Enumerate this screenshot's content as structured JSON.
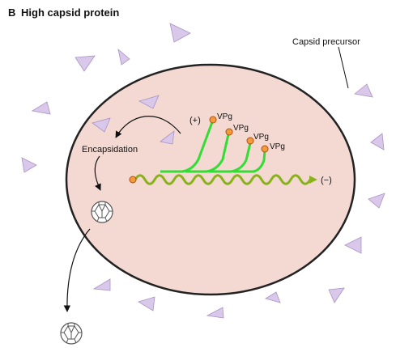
{
  "figure": {
    "panel_letter": "B",
    "title": "High capsid protein",
    "labels": {
      "capsid_precursor": "Capsid precursor",
      "encapsidation": "Encapsidation",
      "plus_strand": "(+)",
      "minus_strand": "(−)",
      "vpg": "VPg"
    },
    "colors": {
      "cell_fill": "#f4d9d3",
      "cell_stroke": "#222222",
      "capsid_precursor_fill": "#d9c8ea",
      "capsid_precursor_stroke": "#a894c4",
      "plus_rna": "#33dd33",
      "minus_rna": "#88b219",
      "vpg_fill": "#f39a3b",
      "vpg_stroke": "#b34d12",
      "capsid_fill": "#ffffff",
      "capsid_stroke": "#555555"
    },
    "counts": {
      "nascent_plus_strands": 4
    }
  }
}
